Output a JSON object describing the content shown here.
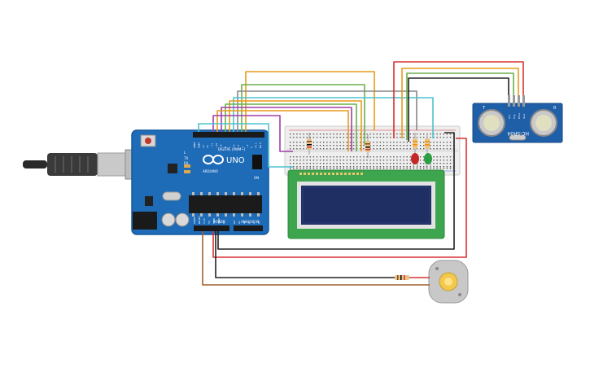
{
  "arduino": {
    "brand": "ARDUINO",
    "model": "UNO",
    "header_digital": "DIGITAL (PWM~)",
    "header_power": "POWER",
    "header_analog": "ANALOG IN",
    "pins_top": [
      "AREF",
      "GND",
      "13",
      "12",
      "~11",
      "~10",
      "~9",
      "8",
      "7",
      "~6",
      "~5",
      "4",
      "~3",
      "2",
      "TX 1",
      "RX 0"
    ],
    "pins_power": [
      "IOREF",
      "RESET",
      "3.3V",
      "5V",
      "GND",
      "GND",
      "Vin"
    ],
    "pins_analog": [
      "A0",
      "A1",
      "A2",
      "A3",
      "A4",
      "A5"
    ],
    "labels_small": [
      "L",
      "TX",
      "RX",
      "ON"
    ]
  },
  "sensor": {
    "model": "HC-SR04",
    "pins": [
      "Vcc",
      "Trig",
      "Echo",
      "Gnd"
    ],
    "side_labels": [
      "T",
      "R"
    ]
  },
  "colors": {
    "board": "#1e6bb8",
    "lcd_pcb": "#3da54d",
    "lcd_screen": "#1f2f63",
    "wire_orange": "#e89a1a",
    "wire_green": "#6ab04c",
    "wire_purple": "#a23ea8",
    "wire_cyan": "#4cc3cf",
    "wire_red": "#d93131",
    "wire_black": "#222222",
    "wire_brown": "#a0602d",
    "wire_gray": "#888888"
  }
}
